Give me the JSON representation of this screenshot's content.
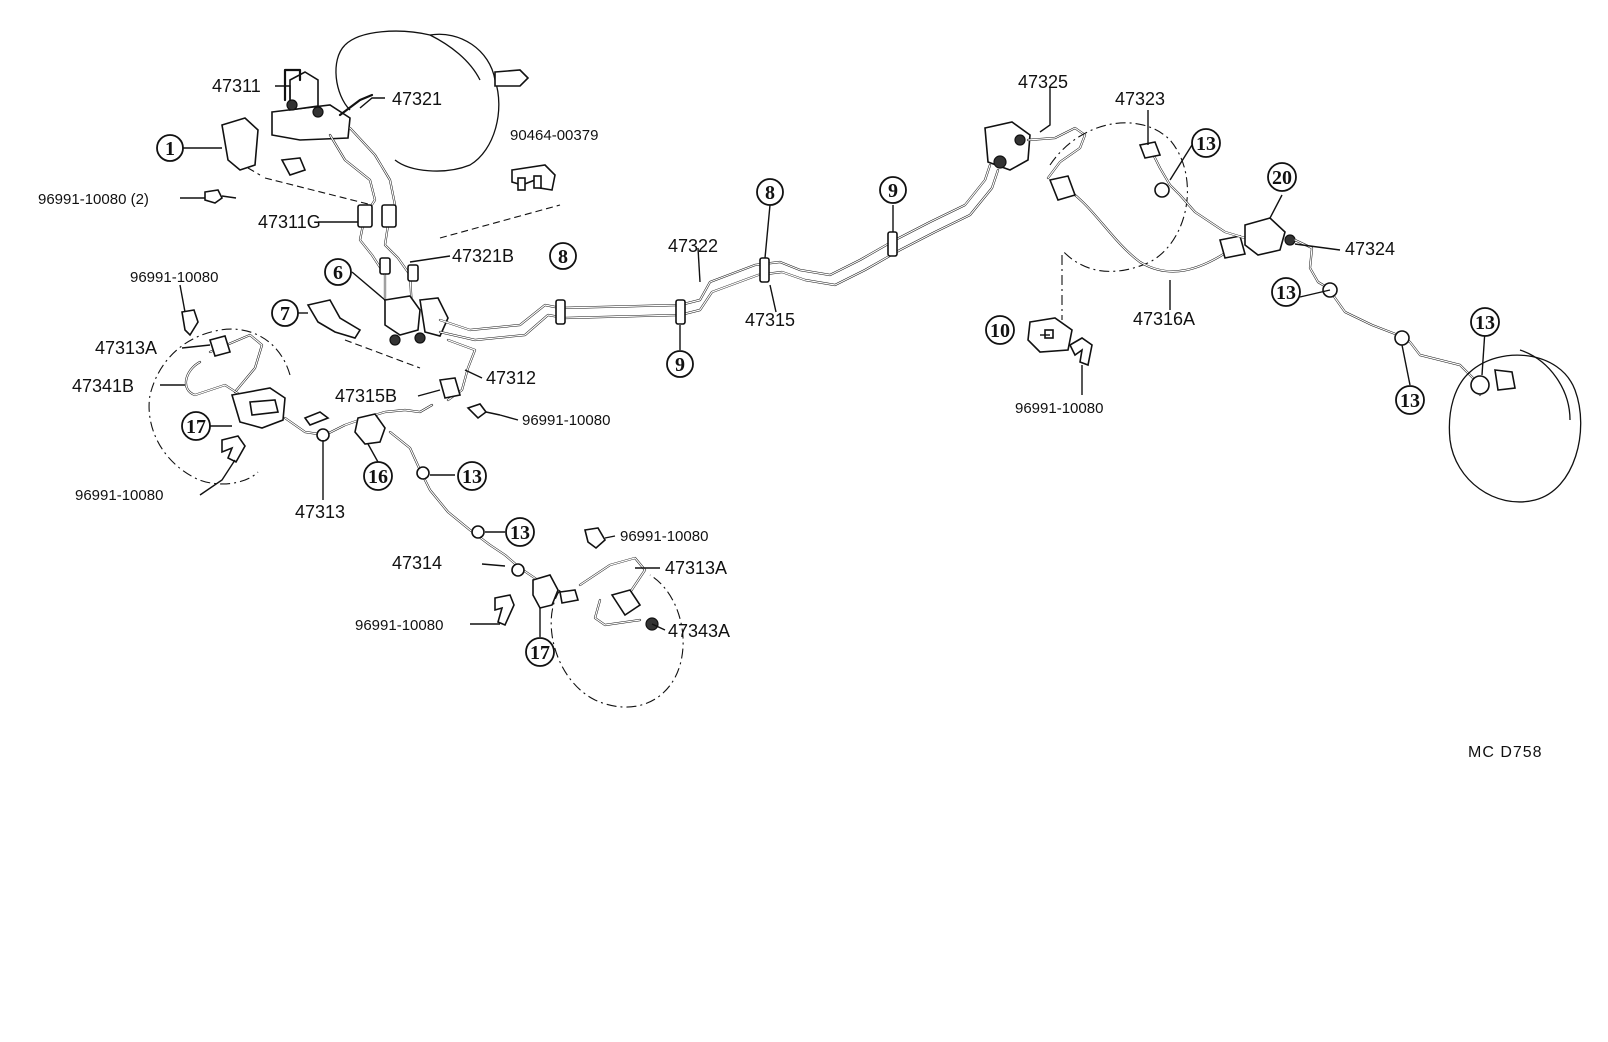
{
  "labels": {
    "p47311": "47311",
    "p47321": "47321",
    "p90464": "90464-00379",
    "p96991_2": "96991-10080 (2)",
    "p47311G": "47311G",
    "p47321B": "47321B",
    "p96991_a": "96991-10080",
    "p47313A_l": "47313A",
    "p47341B": "47341B",
    "p47315B": "47315B",
    "p47312": "47312",
    "p96991_b": "96991-10080",
    "p96991_c": "96991-10080",
    "p47313": "47313",
    "p47314": "47314",
    "p96991_d": "96991-10080",
    "p96991_e": "96991-10080",
    "p47313A_r": "47313A",
    "p47343A": "47343A",
    "p47322": "47322",
    "p47315": "47315",
    "p47325": "47325",
    "p47323": "47323",
    "p47324": "47324",
    "p47316A": "47316A",
    "p96991_f": "96991-10080",
    "catalog": "MC  D758"
  },
  "callouts": {
    "c1": "1",
    "c6": "6",
    "c7": "7",
    "c17a": "17",
    "c16": "16",
    "c13a": "13",
    "c13b": "13",
    "c17b": "17",
    "c8a": "8",
    "c8b": "8",
    "c9a": "9",
    "c9b": "9",
    "c10": "10",
    "c13c": "13",
    "c20": "20",
    "c13d": "13",
    "c13e": "13",
    "c13f": "13"
  }
}
